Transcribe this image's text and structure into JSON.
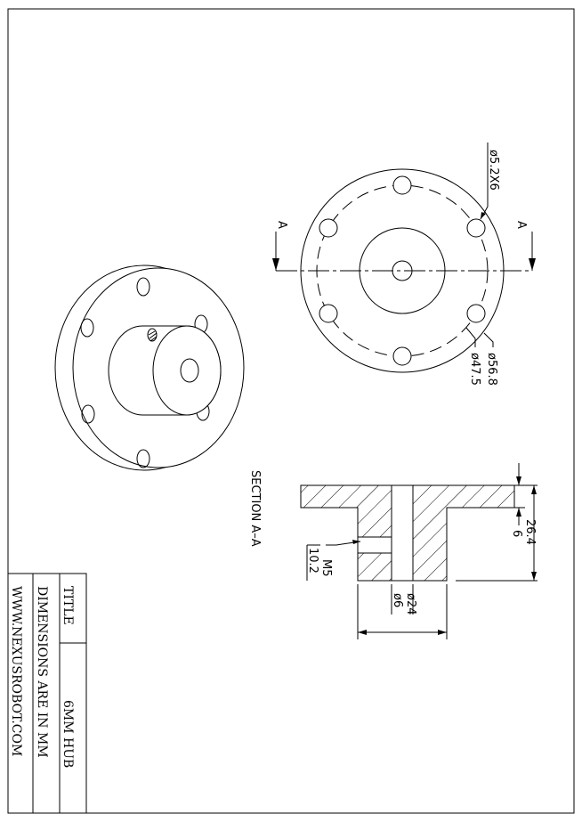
{
  "drawing": {
    "dimensions": {
      "bolt_holes": "ø5.2X6",
      "bolt_circle": "ø47.5",
      "flange_dia": "ø56.8",
      "hub_height": "26.4",
      "flange_thickness": "6",
      "set_screw": "M5",
      "set_screw_height": "10.2",
      "bore": "ø6",
      "hub_dia": "ø24"
    },
    "section_marker": "A",
    "section_caption": "SECTION   A–A"
  },
  "title_block": {
    "title_label": "TITLE",
    "title_value": "6MM HUB",
    "units_note": "DIMENSIONS ARE IN MM",
    "website": "WWW.NEXUSROBOT.COM"
  }
}
